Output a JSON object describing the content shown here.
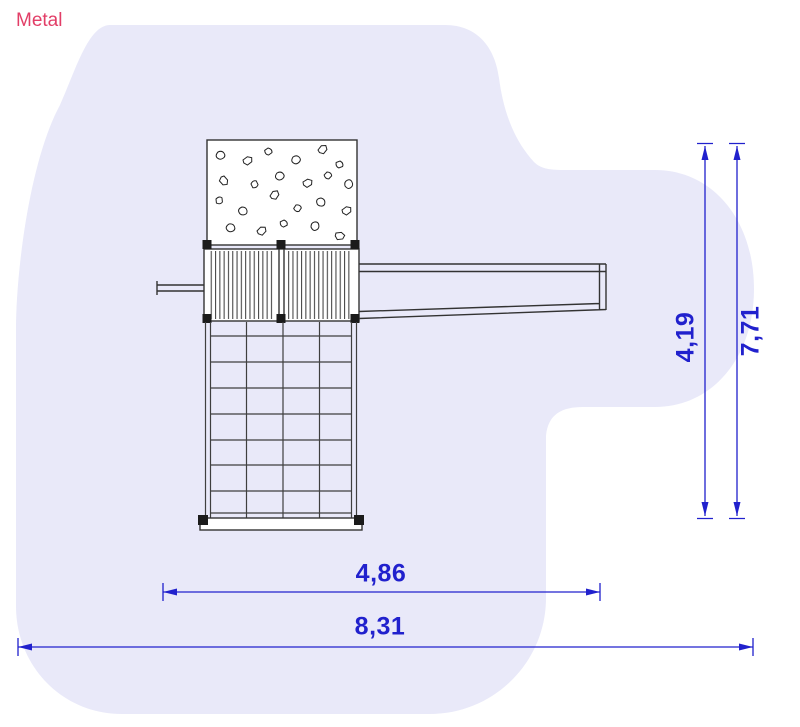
{
  "material": {
    "label": "Metal",
    "color": "#e23e67"
  },
  "safety_zone": {
    "color": "#e9e9f9"
  },
  "equipment": {
    "line_color": "#333333"
  },
  "dimensions": {
    "color": "#2121cd",
    "width_inner": "4,86",
    "width_outer": "8,31",
    "height_inner": "4,19",
    "height_outer": "7,71"
  }
}
